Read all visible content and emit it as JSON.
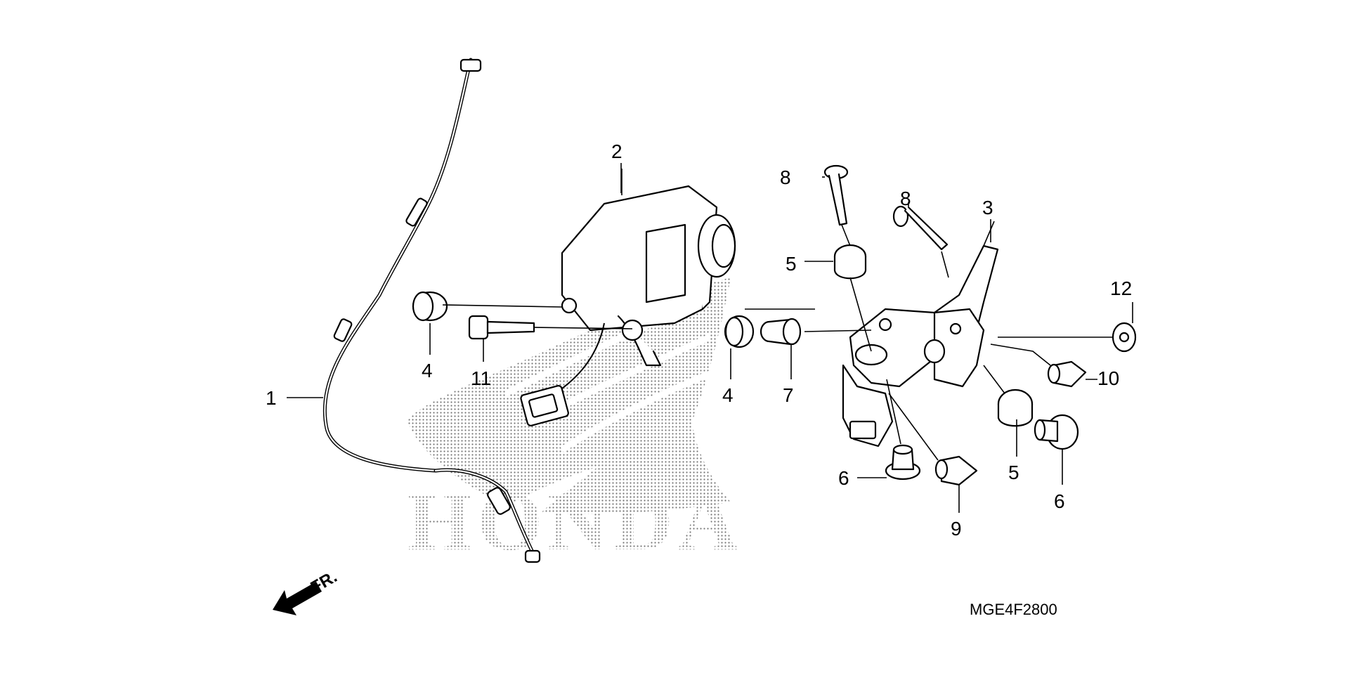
{
  "callouts": {
    "c1": "1",
    "c2": "2",
    "c3": "3",
    "c4a": "4",
    "c4b": "4",
    "c5a": "5",
    "c5b": "5",
    "c6a": "6",
    "c6b": "6",
    "c7": "7",
    "c8a": "8",
    "c8b": "8",
    "c9": "9",
    "c10": "10",
    "c11": "11",
    "c12": "12"
  },
  "watermark_text": "HONDA",
  "direction_label": "FR.",
  "reference_code": "MGE4F2800",
  "icons": {
    "direction": "front-direction-arrow-icon",
    "logo": "honda-wing-logo"
  }
}
